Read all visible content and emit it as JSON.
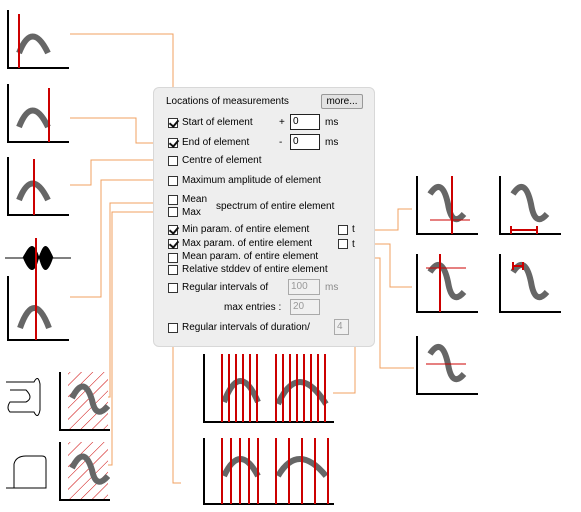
{
  "panel": {
    "title": "Locations of measurements",
    "more_button": "more...",
    "start_label": "Start of element",
    "start_sign": "+",
    "start_value": "0",
    "end_label": "End of element",
    "end_sign": "-",
    "end_value": "0",
    "ms": "ms",
    "centre_label": "Centre of element",
    "max_amp_label": "Maximum amplitude of element",
    "mean_label": "Mean",
    "max_label": "Max",
    "spectrum_label": "spectrum of entire element",
    "min_param_label": "Min param. of entire element",
    "max_param_label": "Max param. of entire element",
    "mean_param_label": "Mean param. of entire element",
    "t_label": "t",
    "rel_stddev_label": "Relative stddev of entire element",
    "regular_intervals_label": "Regular intervals of",
    "regular_intervals_value": "100",
    "max_entries_label": "max entries :",
    "max_entries_value": "20",
    "duration_label": "Regular intervals of duration/",
    "duration_value": "4"
  },
  "colors": {
    "marker": "#cc0000",
    "connector": "#f0a060",
    "trace": "#555555"
  },
  "icons": [
    "checkbox-icon",
    "spectrogram-thumbnail-icon",
    "waveform-icon",
    "hatched-region-icon"
  ]
}
